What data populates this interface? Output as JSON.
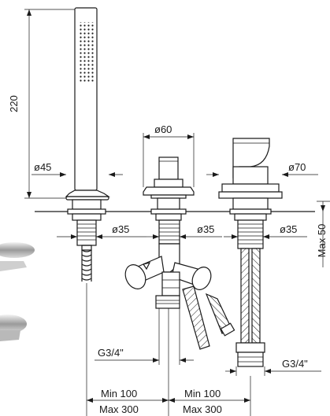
{
  "dimensions": {
    "handshower_height": "220",
    "handshower_dia": "ø45",
    "spout_dia": "ø60",
    "mixer_dia": "ø70",
    "thread_dia_left": "ø35",
    "thread_dia_mid": "ø35",
    "thread_dia_right": "ø35",
    "deck_thickness": "Max 50",
    "connector_mid": "G3/4\"",
    "connector_right": "G3/4\"",
    "spacing_left_min": "Min 100",
    "spacing_left_max": "Max 300",
    "spacing_right_min": "Min 100",
    "spacing_right_max": "Max 300"
  }
}
